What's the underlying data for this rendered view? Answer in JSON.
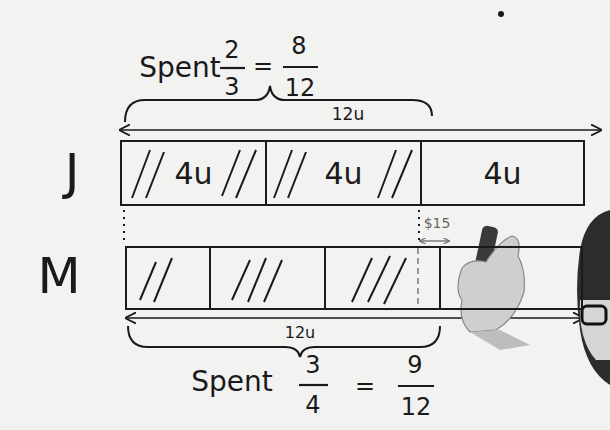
{
  "diagram": {
    "nodes": [
      {
        "text": [
          "J"
        ]
      },
      {
        "text": [
          "4u"
        ],
        "in": 0
      },
      {
        "text": [
          "4u"
        ],
        "in": 0
      },
      {
        "text": [
          "4u"
        ],
        "in": 0
      },
      {
        "text": [
          "M"
        ]
      }
    ],
    "labels": [
      "Spent",
      "2",
      "3",
      "=",
      "8",
      "12",
      "12u",
      "$15",
      "12u",
      "Spent",
      "3",
      "4",
      "=",
      "9",
      "12"
    ]
  }
}
